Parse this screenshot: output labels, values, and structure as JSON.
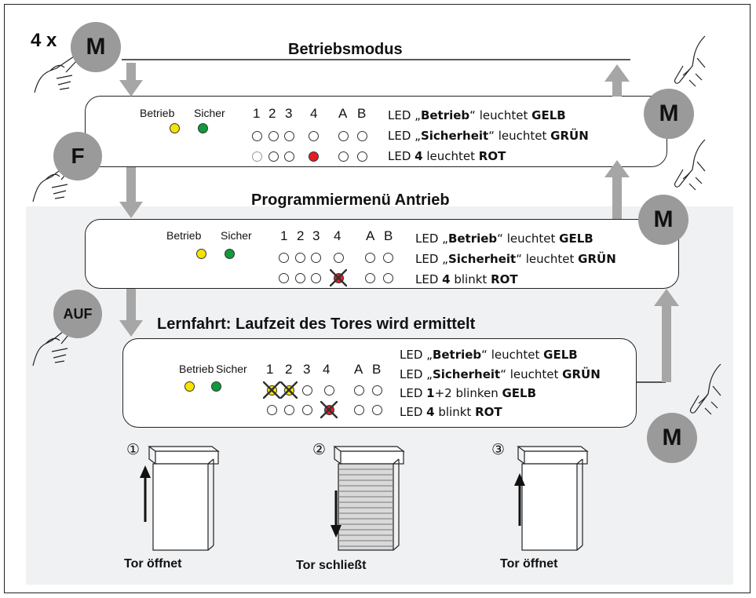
{
  "header": {
    "count": "4 x"
  },
  "titles": {
    "betriebsmodus": "Betriebsmodus",
    "programmiermenue": "Programmiermenü Antrieb",
    "lernfahrt": "Lernfahrt: Laufzeit des Tores wird ermittelt"
  },
  "buttons": {
    "m": "M",
    "f": "F",
    "auf": "AUF"
  },
  "panel_labels": {
    "betrieb": "Betrieb",
    "sicher": "Sicher",
    "n1": "1",
    "n2": "2",
    "n3": "3",
    "n4": "4",
    "a": "A",
    "b": "B"
  },
  "panels": [
    {
      "lines": [
        {
          "pre": "LED „",
          "bold": "Betrieb",
          "mid": "“ leuchtet ",
          "bold2": "GELB"
        },
        {
          "pre": "LED „",
          "bold": "Sicherheit",
          "mid": "“ leuchtet ",
          "bold2": "GRÜN"
        },
        {
          "pre": "LED ",
          "bold": "4",
          "mid": " leuchtet ",
          "bold2": "ROT"
        }
      ]
    },
    {
      "lines": [
        {
          "pre": "LED „",
          "bold": "Betrieb",
          "mid": "“ leuchtet ",
          "bold2": "GELB"
        },
        {
          "pre": "LED „",
          "bold": "Sicherheit",
          "mid": "“ leuchtet ",
          "bold2": "GRÜN"
        },
        {
          "pre": "LED ",
          "bold": "4",
          "mid": " blinkt ",
          "bold2": "ROT"
        }
      ]
    },
    {
      "lines": [
        {
          "pre": "LED „",
          "bold": "Betrieb",
          "mid": "“ leuchtet ",
          "bold2": "GELB"
        },
        {
          "pre": "LED „",
          "bold": "Sicherheit",
          "mid": "“ leuchtet ",
          "bold2": "GRÜN"
        },
        {
          "pre": "LED ",
          "bold": "1",
          "mid": "+2 blinken ",
          "bold2": "GELB"
        },
        {
          "pre": "LED ",
          "bold": "4",
          "mid": " blinkt ",
          "bold2": "ROT"
        }
      ]
    }
  ],
  "doors": [
    {
      "num": "①",
      "caption": "Tor öffnet"
    },
    {
      "num": "②",
      "caption": "Tor schließt"
    },
    {
      "num": "③",
      "caption": "Tor öffnet"
    }
  ],
  "colors": {
    "led_yellow": "#f6e300",
    "led_green": "#0f9a3b",
    "led_red": "#e31d24",
    "button_grey": "#9a9a9a",
    "arrow_grey": "#a6a6a6"
  }
}
